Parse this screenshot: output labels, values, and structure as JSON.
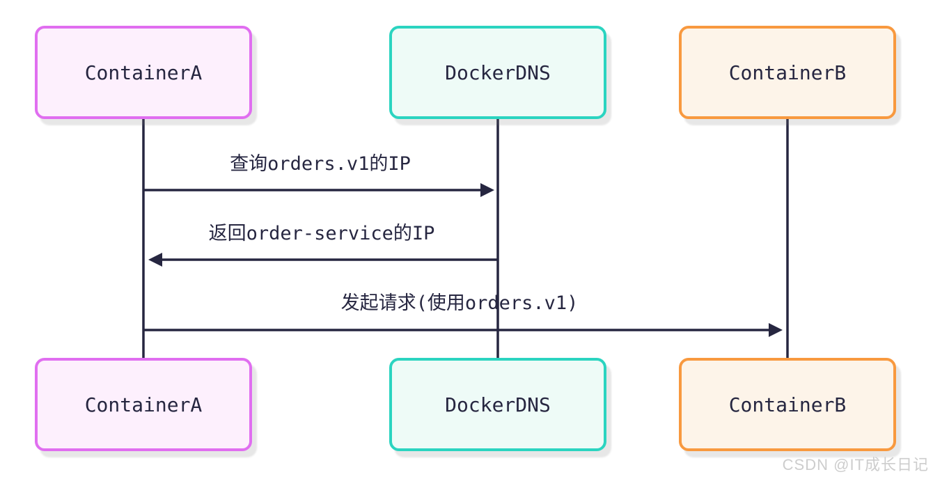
{
  "diagram": {
    "type": "sequence",
    "line_color": "#262640",
    "actors": [
      {
        "id": "containerA",
        "label": "ContainerA",
        "border_color": "#e06ef0",
        "fill_color": "#fdf0fd"
      },
      {
        "id": "dockerDNS",
        "label": "DockerDNS",
        "border_color": "#2bd4c0",
        "fill_color": "#eefbf7"
      },
      {
        "id": "containerB",
        "label": "ContainerB",
        "border_color": "#f8993f",
        "fill_color": "#fdf4e9"
      }
    ],
    "messages": [
      {
        "from": "containerA",
        "to": "dockerDNS",
        "direction": "right",
        "label": "查询orders.v1的IP"
      },
      {
        "from": "dockerDNS",
        "to": "containerA",
        "direction": "left",
        "label": "返回order-service的IP"
      },
      {
        "from": "containerA",
        "to": "containerB",
        "direction": "right",
        "label": "发起请求(使用orders.v1)"
      }
    ]
  },
  "watermark": {
    "text": "CSDN @IT成长日记"
  }
}
